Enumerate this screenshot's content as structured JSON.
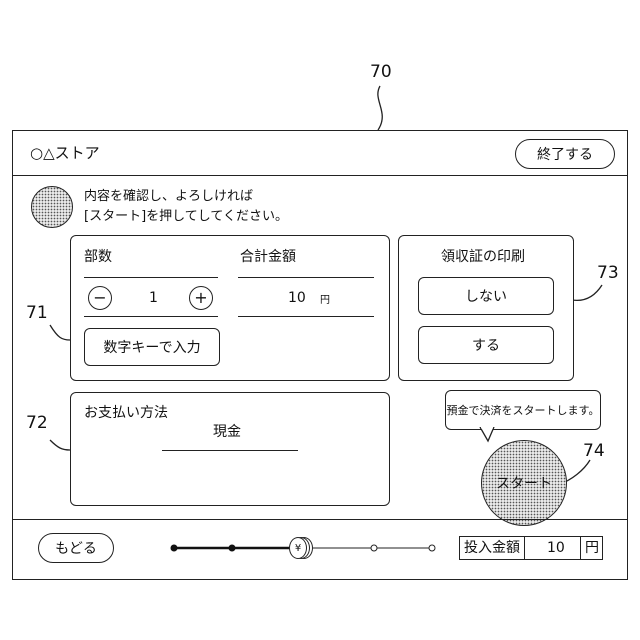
{
  "ref_labels": {
    "screen": "70",
    "copies_panel": "71",
    "payment_panel": "72",
    "receipt_panel": "73",
    "start": "74"
  },
  "header": {
    "store_name": "○△ストア",
    "exit_label": "終了する"
  },
  "message": {
    "line1": "内容を確認し、よろしければ",
    "line2": "[スタート]を押してしてください。"
  },
  "copies": {
    "label": "部数",
    "minus_symbol": "−",
    "plus_symbol": "+",
    "value": "1",
    "numeric_key_label": "数字キーで入力"
  },
  "total": {
    "label": "合計金額",
    "value": "10",
    "unit": "円"
  },
  "receipt": {
    "title": "領収証の印刷",
    "option_no": "しない",
    "option_yes": "する"
  },
  "payment": {
    "label": "お支払い方法",
    "method": "現金"
  },
  "tooltip": {
    "text": "預金で決済をスタートします。"
  },
  "start_label": "スタート",
  "footer": {
    "back_label": "もどる",
    "progress_icon": "yen-coin-icon",
    "progress_symbol": "¥",
    "deposit_label": "投入金額",
    "deposit_value": "10",
    "deposit_unit": "円"
  }
}
